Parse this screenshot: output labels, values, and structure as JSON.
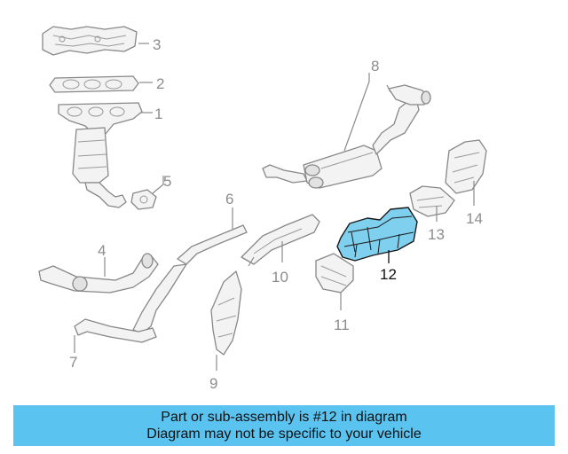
{
  "diagram": {
    "callouts": {
      "c1": "1",
      "c2": "2",
      "c3": "3",
      "c4": "4",
      "c5": "5",
      "c6": "6",
      "c7": "7",
      "c8": "8",
      "c9": "9",
      "c10": "10",
      "c11": "11",
      "c12": "12",
      "c13": "13",
      "c14": "14"
    },
    "highlighted_part": "12",
    "highlight_color": "#7fd0ef"
  },
  "banner": {
    "line1": "Part or sub-assembly is #12 in diagram",
    "line2": "Diagram may not be specific to your vehicle",
    "background_color": "#5bc3f0"
  }
}
